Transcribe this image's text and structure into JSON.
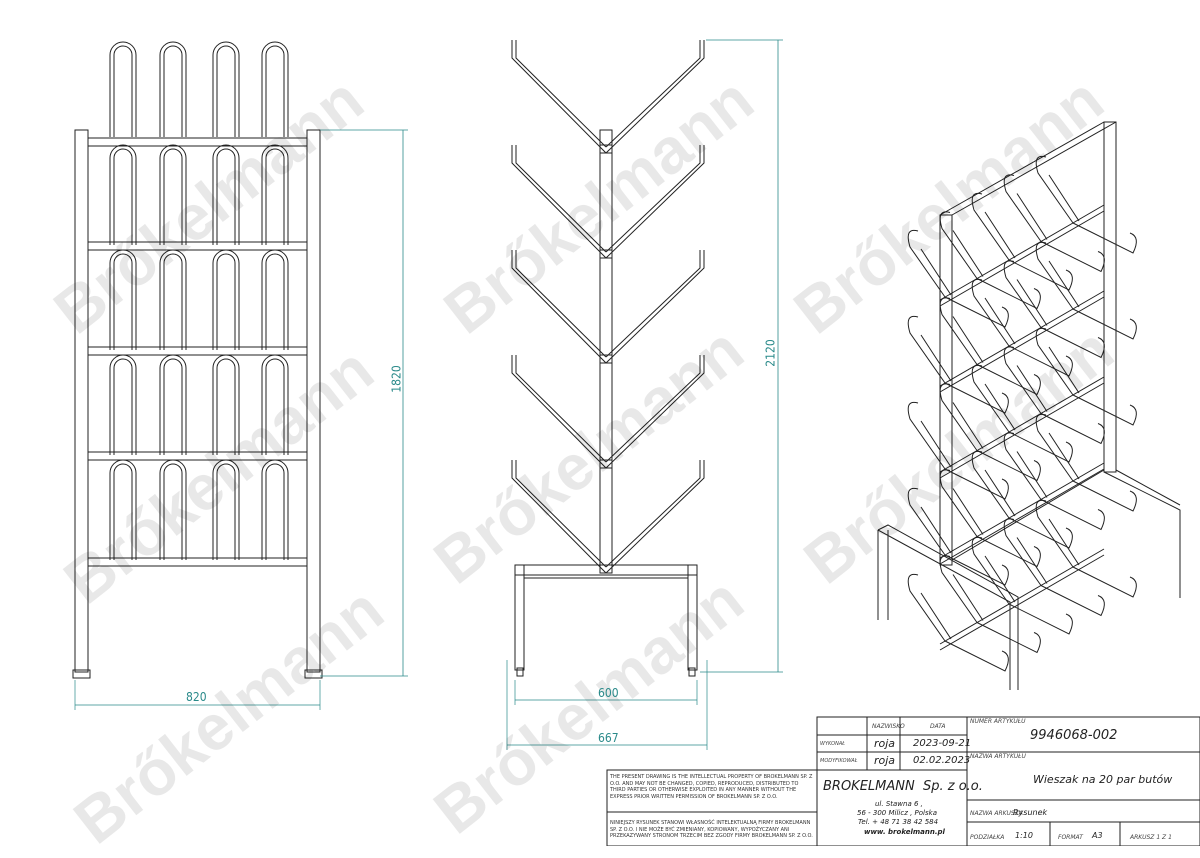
{
  "watermark": "Brőkelmann",
  "colors": {
    "line": "#222222",
    "dimension": "#2a8a8a"
  },
  "dimensions": {
    "front_height": "1820",
    "front_width": "820",
    "side_height": "2120",
    "side_base_inner": "600",
    "side_base_outer": "667"
  },
  "title_block": {
    "header_name": "NAZWISKO",
    "header_date": "DATA",
    "made_by_label": "WYKONAŁ",
    "made_by_name": "roja",
    "made_date": "2023-09-21",
    "modified_label": "MODYFIKOWAŁ",
    "modified_name": "roja",
    "modified_date": "02.02.2023",
    "article_number_label": "NUMER ARTYKUŁU",
    "article_number": "9946068-002",
    "article_name_label": "NAZWA ARTYKUŁU",
    "article_name": "Wieszak na 20 par butów",
    "sheet_name_label": "NAZWA ARKUSZA",
    "sheet_name": "Rysunek",
    "scale_label": "PODZIAŁKA",
    "scale": "1:10",
    "format_label": "FORMAT",
    "format": "A3",
    "sheet_count": "ARKUSZ 1 Z 1",
    "company": "BROKELMANN  Sp. z o.o.",
    "address1": "ul. Stawna 6 ,",
    "address2": "56 - 300 Milicz , Polska",
    "phone": "Tel. + 48 71 38 42 584",
    "website": "www. brokelmann.pl",
    "notice_en": "THE PRESENT DRAWING IS THE INTELLECTUAL PROPERTY OF BROKELMANN SP. Z O.O. AND MAY NOT BE CHANGED, COPIED, REPRODUCED, DISTRIBUTED TO THIRD PARTIES OR OTHERWISE EXPLOITED IN ANY MANNER WITHOUT THE EXPRESS PRIOR WRITTEN PERMISSION OF BROKELMANN SP. Z O.O.",
    "notice_pl": "NINIEJSZY RYSUNEK STANOWI WŁASNOŚĆ INTELEKTUALNĄ FIRMY BROKELMANN SP. Z O.O. I NIE MOŻE BYĆ ZMIENIANY, KOPIOWANY, WYPOŻYCZANY ANI PRZEKAZYWANY STRONOM TRZECIM BEZ ZGODY FIRMY BROKELMANN SP. Z O.O."
  }
}
